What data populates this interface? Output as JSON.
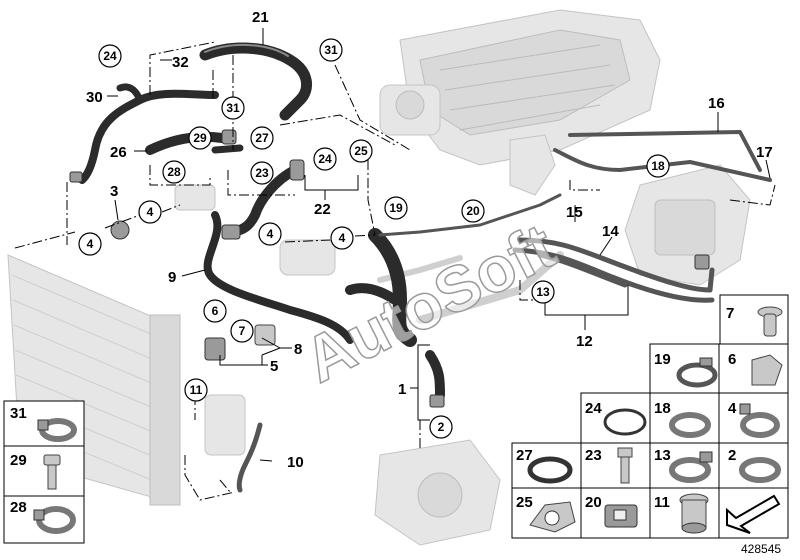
{
  "callouts": {
    "c1": "1",
    "c2": "2",
    "c3": "3",
    "c4a": "4",
    "c4b": "4",
    "c4c": "4",
    "c4d": "4",
    "c5": "5",
    "c6": "6",
    "c7": "7",
    "c8": "8",
    "c9": "9",
    "c10": "10",
    "c11": "11",
    "c12": "12",
    "c13": "13",
    "c14": "14",
    "c15": "15",
    "c16": "16",
    "c17": "17",
    "c18": "18",
    "c19": "19",
    "c20": "20",
    "c21": "21",
    "c22": "22",
    "c23": "23",
    "c24a": "24",
    "c24b": "24",
    "c25": "25",
    "c26": "26",
    "c27": "27",
    "c28": "28",
    "c29": "29",
    "c30": "30",
    "c31a": "31",
    "c31b": "31",
    "c32": "32"
  },
  "parts_grid": {
    "right": [
      {
        "id": "g7",
        "label": "7"
      },
      {
        "id": "g19",
        "label": "19"
      },
      {
        "id": "g6",
        "label": "6"
      },
      {
        "id": "g24",
        "label": "24"
      },
      {
        "id": "g18",
        "label": "18"
      },
      {
        "id": "g4",
        "label": "4"
      },
      {
        "id": "g27",
        "label": "27"
      },
      {
        "id": "g23",
        "label": "23"
      },
      {
        "id": "g13",
        "label": "13"
      },
      {
        "id": "g2",
        "label": "2"
      },
      {
        "id": "g25",
        "label": "25"
      },
      {
        "id": "g20",
        "label": "20"
      },
      {
        "id": "g11",
        "label": "11"
      }
    ],
    "left": [
      {
        "id": "g31",
        "label": "31"
      },
      {
        "id": "g29",
        "label": "29"
      },
      {
        "id": "g28",
        "label": "28"
      }
    ]
  },
  "watermark": "AutoSoft",
  "document_id": "428545",
  "colors": {
    "hose": "#2b2b2b",
    "ghost": "#e6e6e6",
    "line": "#000000"
  }
}
